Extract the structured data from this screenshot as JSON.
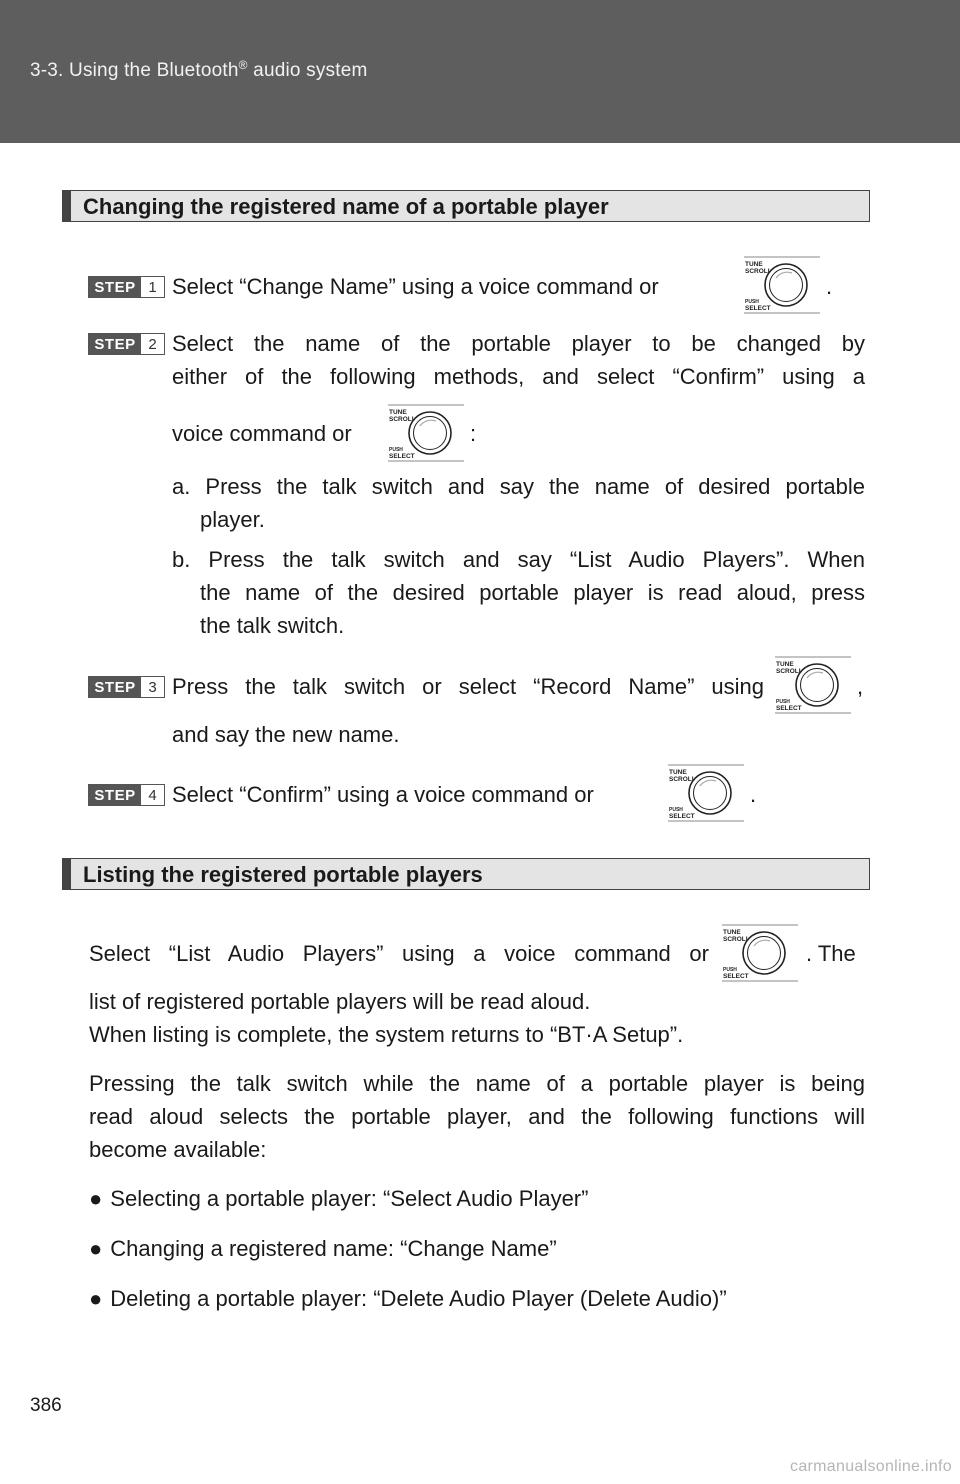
{
  "header": {
    "title_prefix": "3-3. Using the Bluetooth",
    "title_reg": "®",
    "title_suffix": " audio system"
  },
  "section1": {
    "title": "Changing the registered name of a portable player",
    "steps": [
      {
        "label": "STEP",
        "num": "1",
        "text": "Select “Change Name” using a voice command or",
        "after": "."
      },
      {
        "label": "STEP",
        "num": "2",
        "line1": "Select the name of the portable player to be changed by",
        "line2": "either of the following methods, and select “Confirm” using a",
        "line3": "voice command or",
        "after": ":",
        "a_line1": "a. Press the talk switch and say the name of desired portable",
        "a_line2": "player.",
        "b_line1": "b. Press the talk switch and say “List Audio Players”. When",
        "b_line2": "the name of the desired portable player is read aloud, press",
        "b_line3": "the talk switch."
      },
      {
        "label": "STEP",
        "num": "3",
        "line1": "Press the talk switch or select “Record Name” using",
        "after": ",",
        "line2": "and say the new name."
      },
      {
        "label": "STEP",
        "num": "4",
        "text": "Select “Confirm” using a voice command or",
        "after": "."
      }
    ]
  },
  "section2": {
    "title": "Listing the registered portable players",
    "p1_line1": "Select “List Audio Players” using a voice command or",
    "p1_after": ". The",
    "p1_line2": "list of registered portable players will be read aloud.",
    "p1_line3": "When listing is complete, the system returns to “BT·A Setup”.",
    "p2_line1": "Pressing the talk switch while the name of a portable player is being",
    "p2_line2": "read aloud selects the portable player, and the following functions will",
    "p2_line3": "become available:",
    "bullet_glyph": "●",
    "bullets": [
      "Selecting a portable player: “Select Audio Player”",
      "Changing a registered name: “Change Name”",
      "Deleting a portable player: “Delete Audio Player (Delete Audio)”"
    ]
  },
  "dial": {
    "top_label_1": "TUNE",
    "top_label_2": "SCROLL",
    "bottom_label_1": "PUSH",
    "bottom_label_2": "SELECT",
    "icon": "tune-scroll-knob-icon"
  },
  "page_number": "386",
  "watermark": "carmanualsonline.info"
}
